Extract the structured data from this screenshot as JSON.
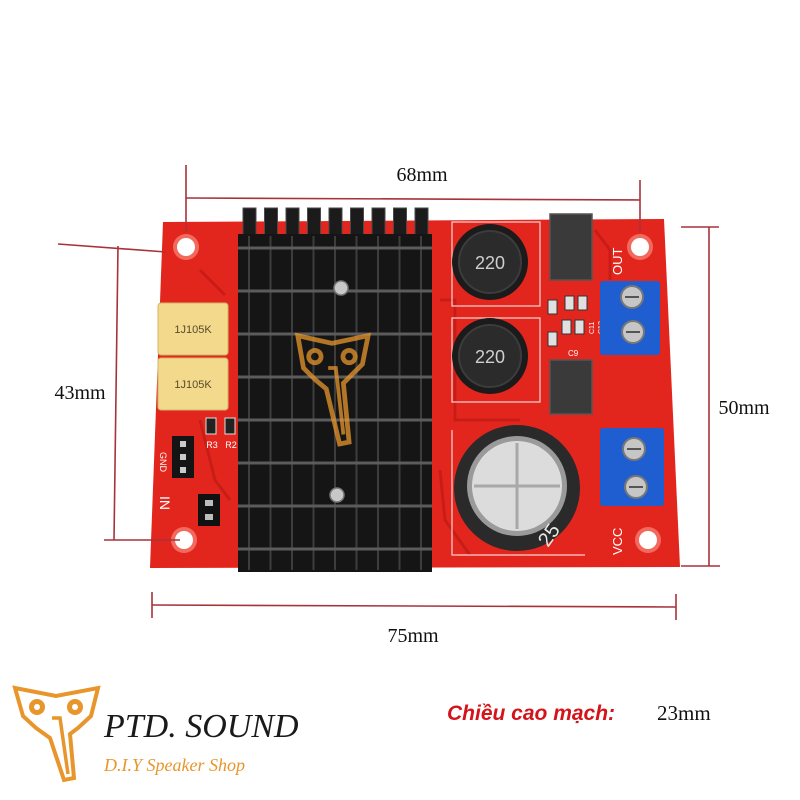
{
  "dimensions": {
    "top": "68mm",
    "left": "43mm",
    "right": "50mm",
    "bottom": "75mm"
  },
  "height_note": {
    "label": "Chiều cao mạch:",
    "value": "23mm"
  },
  "brand": {
    "name": "PTD. SOUND",
    "tagline": "D.I.Y Speaker Shop"
  },
  "board": {
    "inductor_1": "220",
    "inductor_2": "220",
    "cap_1": "1J105K",
    "cap_2": "1J105K",
    "r3": "R3",
    "r2": "R2",
    "gnd": "GND",
    "in": "IN",
    "vcc": "VCC",
    "out": "OUT",
    "c9": "C9",
    "c11": "C11",
    "c12": "C12",
    "electrolytic": "25"
  },
  "colors": {
    "pcb": "#e3261d",
    "pcb_trace": "#c81d16",
    "dimension_line": "#a8323a",
    "brand_orange": "#e8962c",
    "heatsink": "#151515",
    "terminal": "#1f5ed0",
    "note_red": "#d4141a",
    "yellow_cap": "#f2d98c"
  }
}
